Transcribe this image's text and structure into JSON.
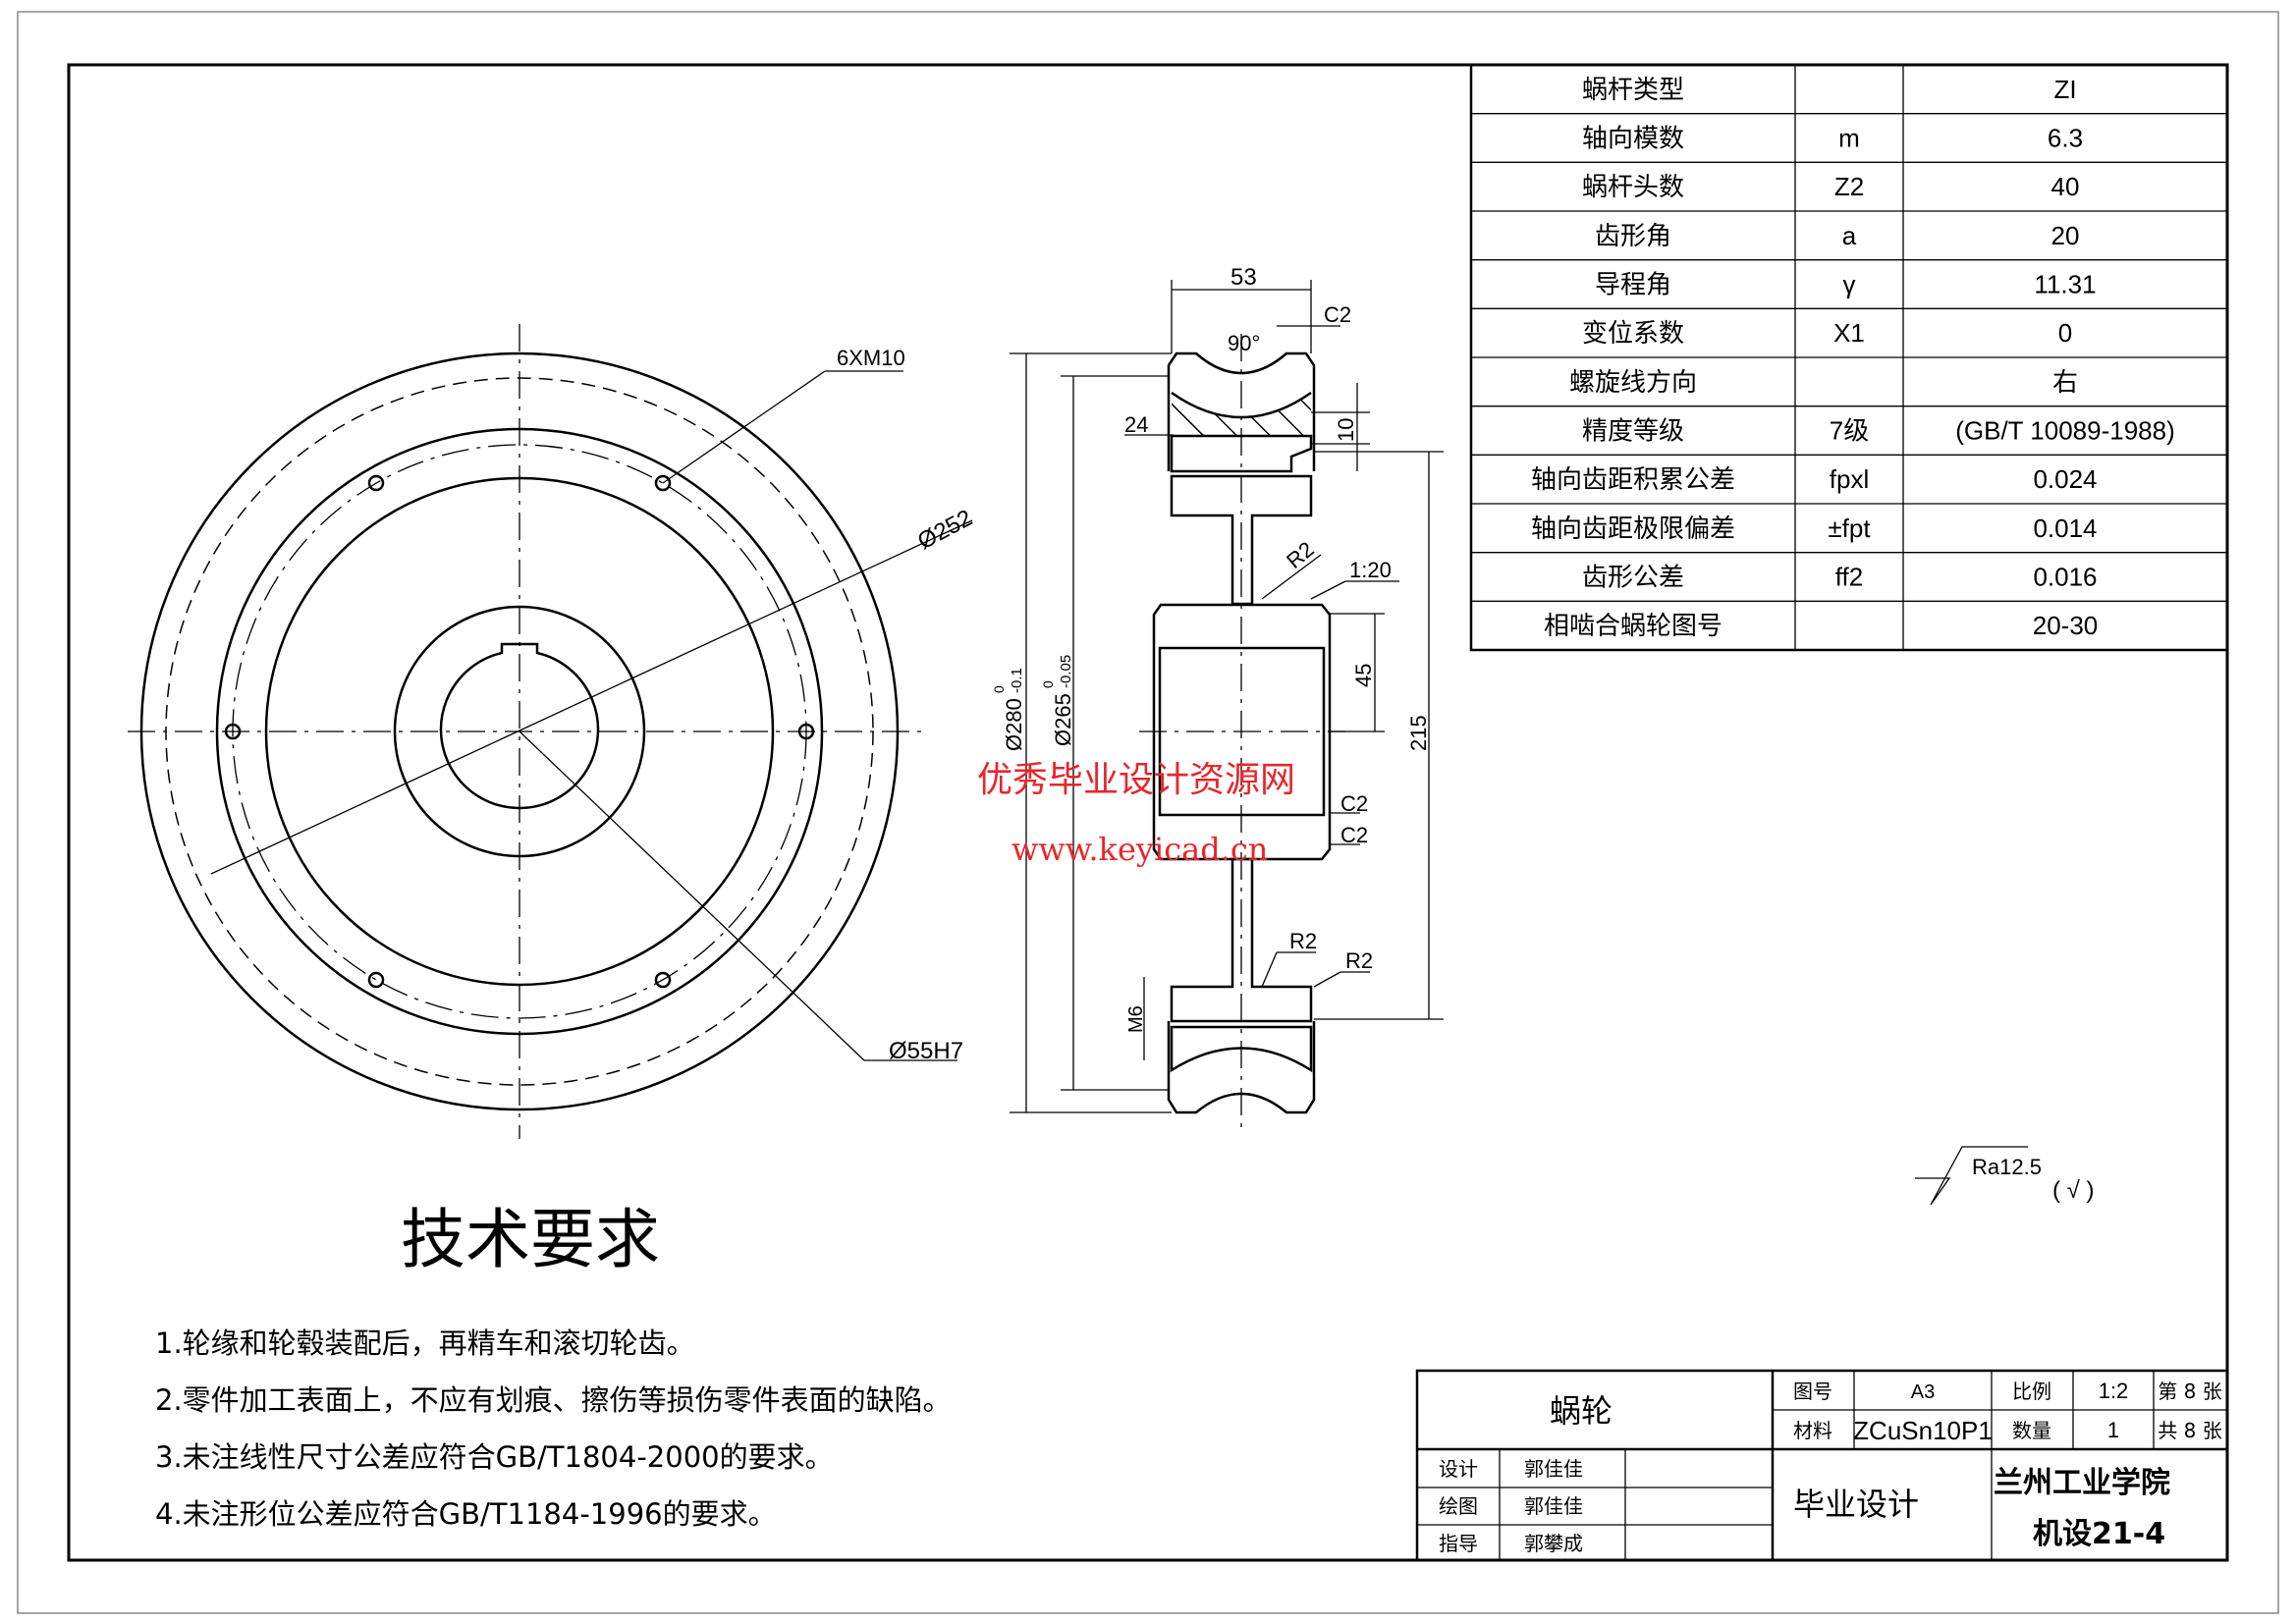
{
  "params_table": {
    "rows": [
      {
        "name": "蜗杆类型",
        "symbol": "",
        "value": "ZI"
      },
      {
        "name": "轴向模数",
        "symbol": "m",
        "value": "6.3"
      },
      {
        "name": "蜗杆头数",
        "symbol": "Z2",
        "value": "40"
      },
      {
        "name": "齿形角",
        "symbol": "a",
        "value": "20"
      },
      {
        "name": "导程角",
        "symbol": "γ",
        "value": "11.31"
      },
      {
        "name": "变位系数",
        "symbol": "X1",
        "value": "0"
      },
      {
        "name": "螺旋线方向",
        "symbol": "",
        "value": "右"
      },
      {
        "name": "精度等级",
        "symbol": "7级",
        "value": "(GB/T 10089-1988)"
      },
      {
        "name": "轴向齿距积累公差",
        "symbol": "fpxl",
        "value": "0.024"
      },
      {
        "name": "轴向齿距极限偏差",
        "symbol": "±fpt",
        "value": "0.014"
      },
      {
        "name": "齿形公差",
        "symbol": "ff2",
        "value": "0.016"
      },
      {
        "name": "相啮合蜗轮图号",
        "symbol": "",
        "value": "20-30"
      }
    ]
  },
  "front_view": {
    "bolt_label": "6XM10",
    "outer_dia_label": "Ø252",
    "bore_label": "Ø55H7"
  },
  "section_view": {
    "width": "53",
    "chamfer_top": "C2",
    "angle": "90°",
    "screw_depth": "24",
    "rim_thickness": "10",
    "fillet_web": "R2",
    "taper": "1:20",
    "hub_half": "45",
    "dia_215": "215",
    "dia_280": "Ø280",
    "dia_280_tol_upper": "0",
    "dia_280_tol_lower": "-0.1",
    "dia_265": "Ø265",
    "dia_265_tol_upper": "0",
    "dia_265_tol_lower": "-0.05",
    "chamfer_hub_1": "C2",
    "chamfer_hub_2": "C2",
    "fillet_1": "R2",
    "fillet_2": "R2",
    "screw": "M6"
  },
  "watermark": {
    "line1": "优秀毕业设计资源网",
    "line2": "www.keyicad.cn"
  },
  "surface_finish": {
    "value": "Ra12.5",
    "other": "( √ )"
  },
  "tech_requirements": {
    "title": "技术要求",
    "items": [
      "1.轮缘和轮毂装配后，再精车和滚切轮齿。",
      "2.零件加工表面上，不应有划痕、擦伤等损伤零件表面的缺陷。",
      "3.未注线性尺寸公差应符合GB/T1804-2000的要求。",
      "4.未注形位公差应符合GB/T1184-1996的要求。"
    ]
  },
  "title_block": {
    "part_name": "蜗轮",
    "drawing_no_label": "图号",
    "drawing_no": "A3",
    "scale_label": "比例",
    "scale": "1:2",
    "sheet": "第 8 张",
    "material_label": "材料",
    "material": "ZCuSn10P1",
    "qty_label": "数量",
    "qty": "1",
    "total": "共 8 张",
    "design_label": "设计",
    "designer": "郭佳佳",
    "draw_label": "绘图",
    "drafter": "郭佳佳",
    "guide_label": "指导",
    "advisor": "郭攀成",
    "project": "毕业设计",
    "school": "兰州工业学院",
    "class": "机设21-4"
  }
}
